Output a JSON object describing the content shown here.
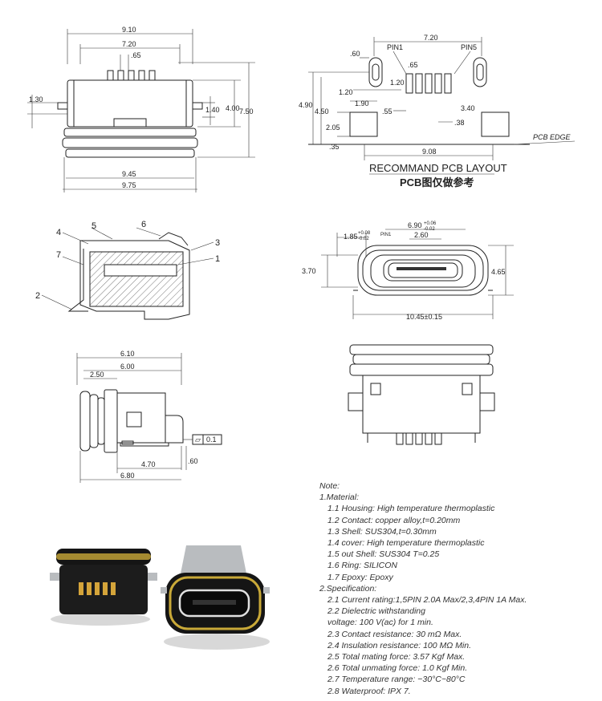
{
  "front_view": {
    "dims": {
      "top_outer": "9.10",
      "top_inner": "7.20",
      "pin_pitch": ".65",
      "left": "1.30",
      "tab": "1.40",
      "height_a": "4.00",
      "height_b": "7.50",
      "bottom_a": "9.45",
      "bottom_b": "9.75"
    }
  },
  "pcb_layout": {
    "dims": {
      "width": "7.20",
      "hole": ".60",
      "pin1": "PIN1",
      "pin5": "PIN5",
      "pitch": ".65",
      "pad_h": "1.20",
      "slot_h": "1.20",
      "height_a": "4.90",
      "height_b": "4.50",
      "pad_w": "1.90",
      "pad_off": ".55",
      "pad_h2": "2.05",
      "offset": ".35",
      "pad_w2": ".38",
      "right_h": "3.40",
      "total": "9.08"
    },
    "edge_label": "PCB EDGE",
    "caption": "RECOMMAND PCB LAYOUT",
    "caption_cn": "PCB图仅做参考"
  },
  "section_view": {
    "callouts": [
      "1",
      "2",
      "3",
      "4",
      "5",
      "6",
      "7"
    ]
  },
  "mating_face": {
    "dims": {
      "left": "1.85",
      "left_tol_top": "+0.08",
      "left_tol_bot": "-0.02",
      "opening": "6.90",
      "opening_tol_top": "+0.06",
      "opening_tol_bot": "-0.02",
      "pin1": "PIN1",
      "tongue": "2.60",
      "height_a": "3.70",
      "height_b": "4.65",
      "width": "10.45±0.15"
    }
  },
  "side_view": {
    "dims": {
      "top_a": "6.10",
      "top_b": "6.00",
      "ring": "2.50",
      "flat_sym": "▱",
      "flat": "0.1",
      "tail": ".60",
      "pin": "4.70",
      "total": "6.80"
    }
  },
  "notes": {
    "title": "Note:",
    "material_title": "1.Material:",
    "materials": [
      "1.1  Housing:   High temperature    thermoplastic",
      "1.2  Contact:  copper alloy,t=0.20mm",
      "1.3  Shell:  SUS304,t=0.30mm",
      "1.4  cover: High temperature    thermoplastic",
      "1.5  out Shell: SUS304  T=0.25",
      "1.6  Ring: SILICON",
      "1.7  Epoxy:  Epoxy"
    ],
    "spec_title": "2.Specification:",
    "specs": [
      "2.1  Current rating:1,5PIN  2.0A Max/2,3,4PIN  1A Max.",
      "2.2  Dielectric  withstanding",
      "        voltage: 100 V(ac)  for  1 min.",
      "2.3  Contact resistance:  30 mΩ  Max.",
      "2.4  Insulation resistance:  100 MΩ  Min.",
      "2.5  Total mating force:  3.57  Kgf Max.",
      "2.6  Total unmating force:  1.0  Kgf Min.",
      "2.7  Temperature  range:  −30°C~80°C",
      "2.8  Waterproof:  IPX 7."
    ]
  },
  "colors": {
    "line": "#222222",
    "photo_body": "#151515",
    "photo_ring": "#c9a938",
    "photo_shell": "#b9bcbf",
    "pin_gold": "#d4a43a"
  }
}
